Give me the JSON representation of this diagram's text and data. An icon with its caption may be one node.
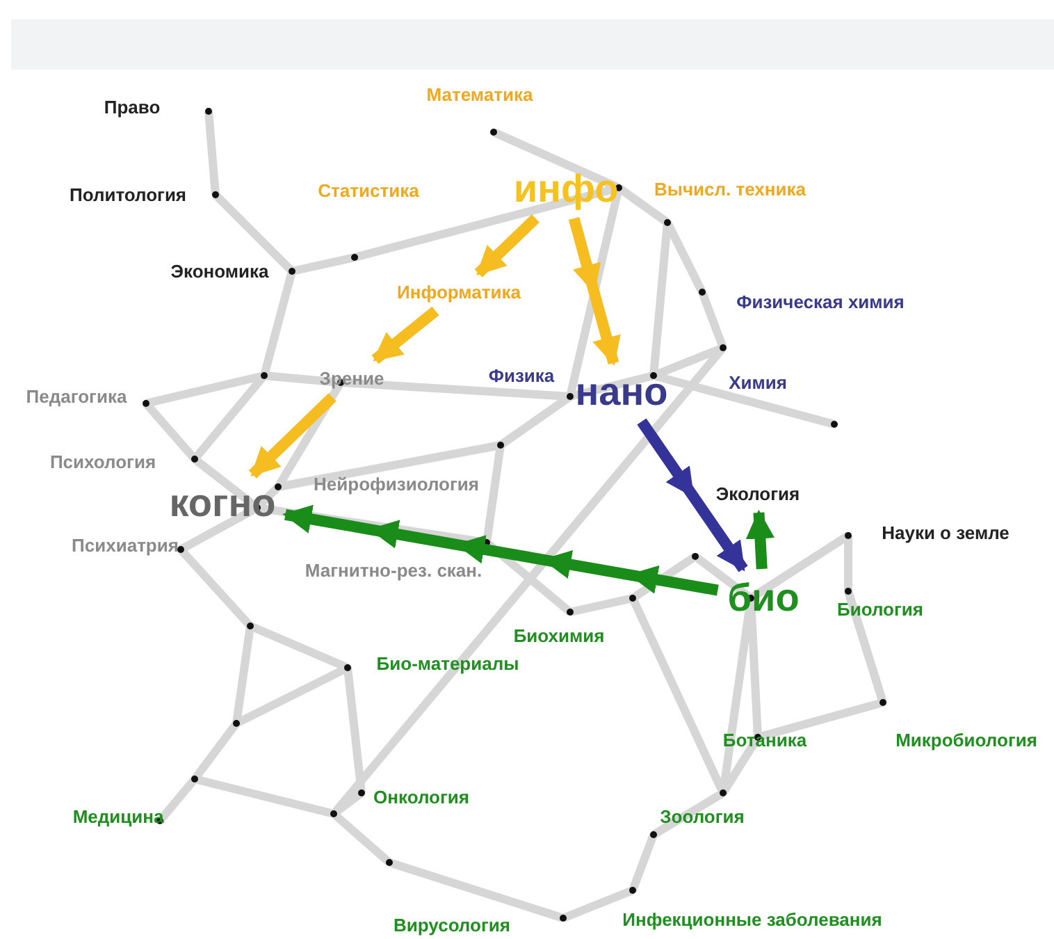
{
  "diagram": {
    "nodes": [
      {
        "text": [
          "Математика"
        ]
      },
      {
        "text": [
          "Право"
        ]
      },
      {
        "text": [
          "инфо"
        ]
      },
      {
        "text": [
          "Статистика"
        ]
      },
      {
        "text": [
          "Политология"
        ]
      },
      {
        "text": [
          "Вычисл. техника"
        ]
      },
      {
        "text": [
          "Экономика"
        ]
      },
      {
        "text": [
          "Информатика"
        ]
      },
      {
        "text": [
          "Физическая химия"
        ]
      },
      {
        "text": [
          "Зрение"
        ]
      },
      {
        "text": [
          "Физика"
        ]
      },
      {
        "text": [
          "нано"
        ]
      },
      {
        "text": [
          "Химия"
        ]
      },
      {
        "text": [
          "Педагогика"
        ]
      },
      {
        "text": [
          "Психология"
        ]
      },
      {
        "text": [
          "когно"
        ]
      },
      {
        "text": [
          "Нейрофизиология"
        ]
      },
      {
        "text": [
          "Экология"
        ]
      },
      {
        "text": [
          "Науки о земле"
        ]
      },
      {
        "text": [
          "Психиатрия"
        ]
      },
      {
        "text": [
          "Магнитно-рез. скан."
        ]
      },
      {
        "text": [
          "био"
        ]
      },
      {
        "text": [
          "Биология"
        ]
      },
      {
        "text": [
          "Биохимия"
        ]
      },
      {
        "text": [
          "Био-материалы"
        ]
      },
      {
        "text": [
          "Ботаника"
        ]
      },
      {
        "text": [
          "Микробиология"
        ]
      },
      {
        "text": [
          "Онкология"
        ]
      },
      {
        "text": [
          "Медицина"
        ]
      },
      {
        "text": [
          "Зоология"
        ]
      },
      {
        "text": [
          "Вирусология"
        ]
      },
      {
        "text": [
          "Инфекционные заболевания"
        ]
      }
    ],
    "edges": [
      {
        "from": 2,
        "to": 7,
        "arrow": "to",
        "color": "#f5bd1f"
      },
      {
        "from": 7,
        "to": 9,
        "arrow": "to",
        "color": "#f5bd1f"
      },
      {
        "from": 9,
        "to": 15,
        "arrow": "to",
        "color": "#f5bd1f"
      },
      {
        "from": 2,
        "to": 11,
        "arrow": "to",
        "color": "#f5bd1f"
      },
      {
        "from": 11,
        "to": 21,
        "arrow": "to",
        "color": "#333399"
      },
      {
        "from": 21,
        "to": 17,
        "arrow": "to",
        "color": "#1a8c1a"
      },
      {
        "from": 21,
        "to": 15,
        "arrow": "to",
        "color": "#1a8c1a"
      }
    ]
  }
}
